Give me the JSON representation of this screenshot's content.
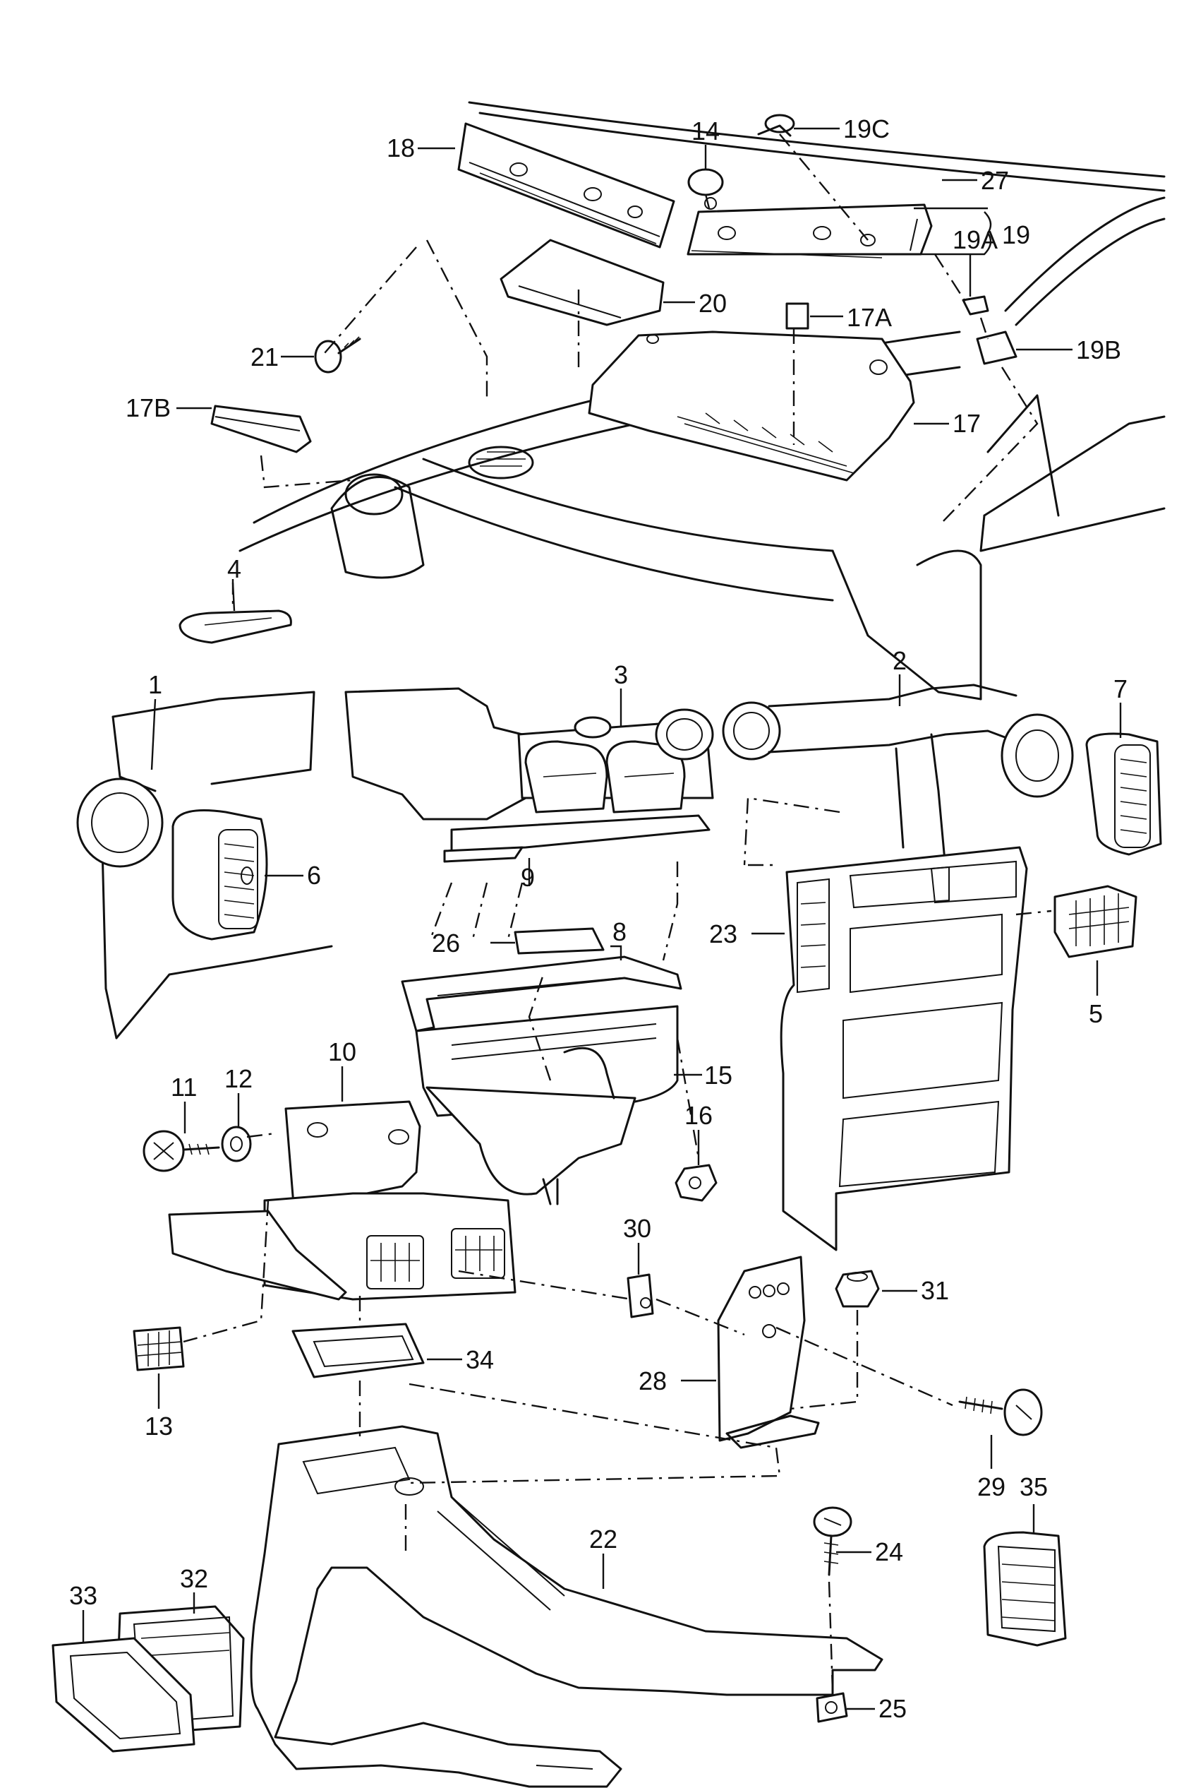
{
  "callouts": [
    {
      "id": "1",
      "text": "1"
    },
    {
      "id": "2",
      "text": "2"
    },
    {
      "id": "3",
      "text": "3"
    },
    {
      "id": "4",
      "text": "4"
    },
    {
      "id": "5",
      "text": "5"
    },
    {
      "id": "6",
      "text": "6"
    },
    {
      "id": "7",
      "text": "7"
    },
    {
      "id": "8",
      "text": "8"
    },
    {
      "id": "9",
      "text": "9"
    },
    {
      "id": "10",
      "text": "10"
    },
    {
      "id": "11",
      "text": "11"
    },
    {
      "id": "12",
      "text": "12"
    },
    {
      "id": "13",
      "text": "13"
    },
    {
      "id": "14",
      "text": "14"
    },
    {
      "id": "15",
      "text": "15"
    },
    {
      "id": "16",
      "text": "16"
    },
    {
      "id": "17",
      "text": "17"
    },
    {
      "id": "17A",
      "text": "17A"
    },
    {
      "id": "17B",
      "text": "17B"
    },
    {
      "id": "18",
      "text": "18"
    },
    {
      "id": "19",
      "text": "19"
    },
    {
      "id": "19A",
      "text": "19A"
    },
    {
      "id": "19B",
      "text": "19B"
    },
    {
      "id": "19C",
      "text": "19C"
    },
    {
      "id": "20",
      "text": "20"
    },
    {
      "id": "21",
      "text": "21"
    },
    {
      "id": "22",
      "text": "22"
    },
    {
      "id": "23",
      "text": "23"
    },
    {
      "id": "24",
      "text": "24"
    },
    {
      "id": "25",
      "text": "25"
    },
    {
      "id": "26",
      "text": "26"
    },
    {
      "id": "27",
      "text": "27"
    },
    {
      "id": "28",
      "text": "28"
    },
    {
      "id": "29",
      "text": "29"
    },
    {
      "id": "30",
      "text": "30"
    },
    {
      "id": "31",
      "text": "31"
    },
    {
      "id": "32",
      "text": "32"
    },
    {
      "id": "33",
      "text": "33"
    },
    {
      "id": "34",
      "text": "34"
    },
    {
      "id": "35",
      "text": "35"
    }
  ]
}
